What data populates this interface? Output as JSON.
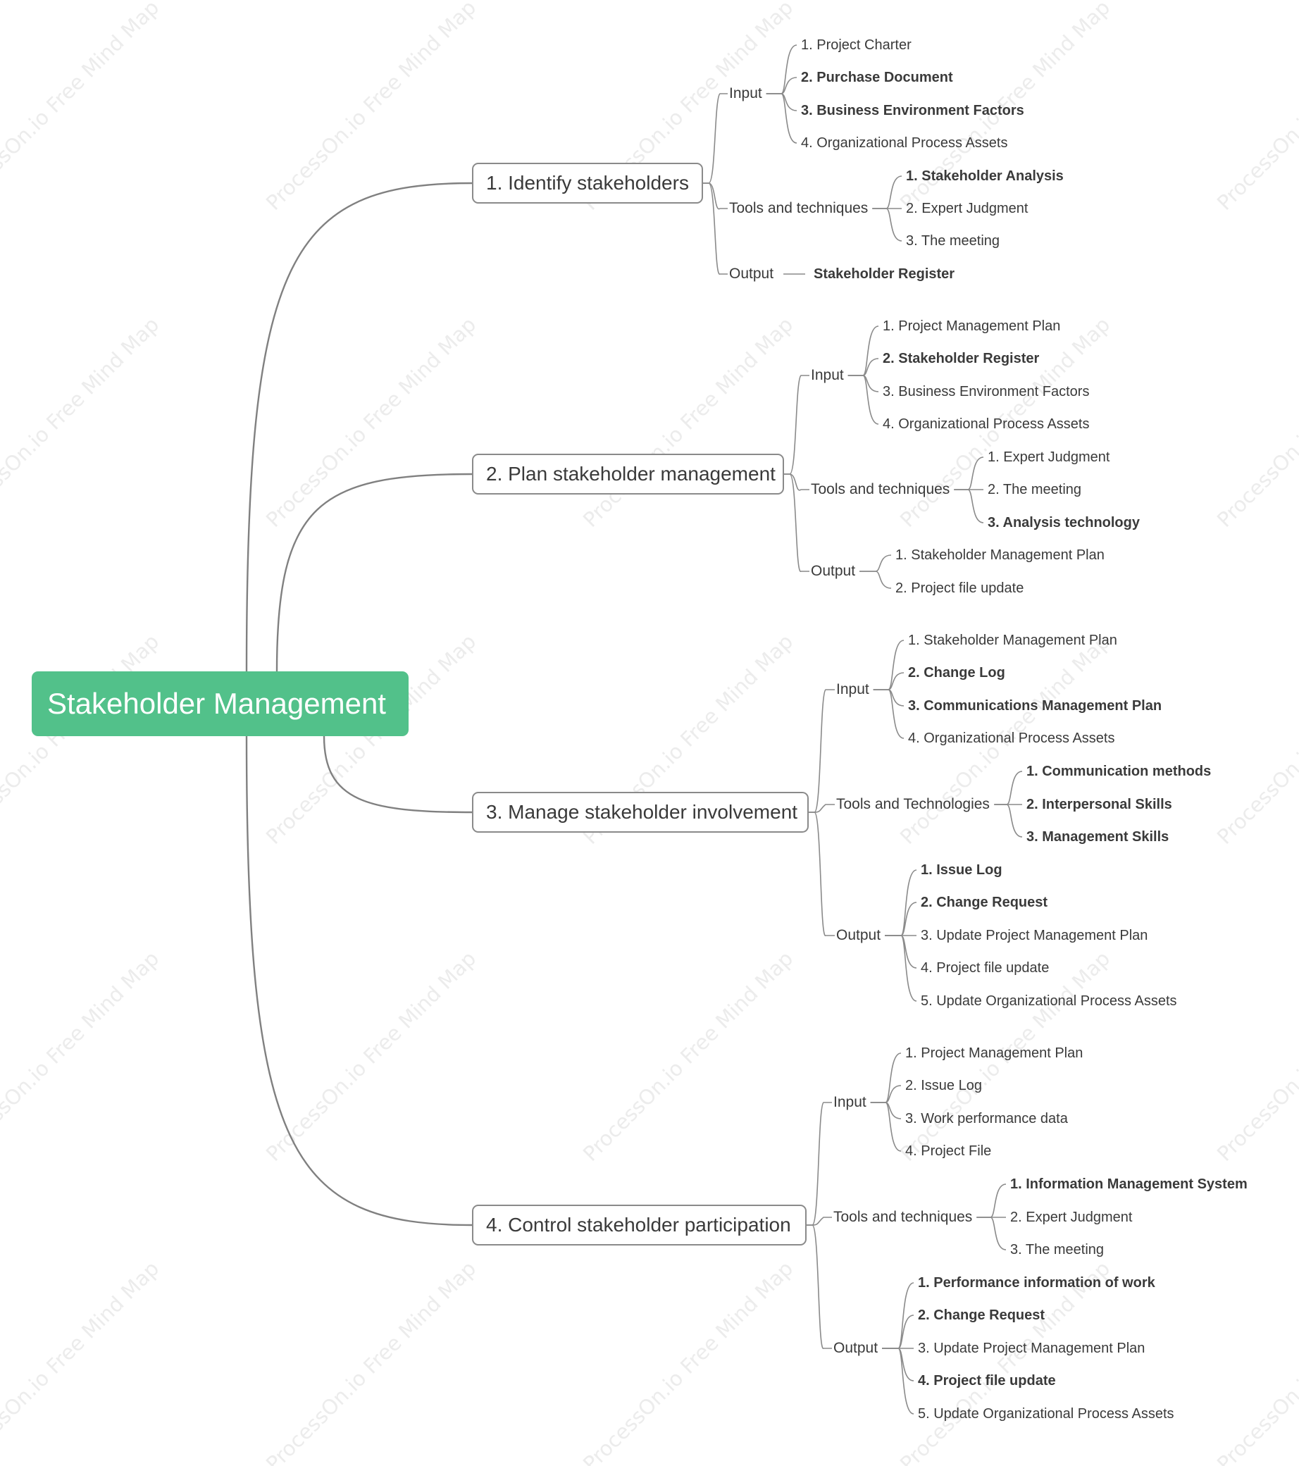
{
  "root": {
    "label": "Stakeholder Management"
  },
  "watermark": "ProcessOn.io Free Mind Map",
  "colors": {
    "root_fill": "#52c18a",
    "line": "#808080",
    "text": "#333333"
  },
  "branches": [
    {
      "label": "1. Identify stakeholders",
      "groups": [
        {
          "label": "Input",
          "items": [
            {
              "text": "1. Project Charter",
              "bold": false
            },
            {
              "text": "2. Purchase Document",
              "bold": true
            },
            {
              "text": "3. Business Environment Factors",
              "bold": true
            },
            {
              "text": "4. Organizational Process Assets",
              "bold": false
            }
          ]
        },
        {
          "label": "Tools and techniques",
          "items": [
            {
              "text": "1. Stakeholder Analysis",
              "bold": true
            },
            {
              "text": "2. Expert Judgment",
              "bold": false
            },
            {
              "text": "3. The meeting",
              "bold": false
            }
          ]
        },
        {
          "label": "Output",
          "items": [
            {
              "text": "Stakeholder Register",
              "bold": true
            }
          ]
        }
      ]
    },
    {
      "label": "2. Plan stakeholder management",
      "groups": [
        {
          "label": "Input",
          "items": [
            {
              "text": "1. Project Management Plan",
              "bold": false
            },
            {
              "text": "2. Stakeholder Register",
              "bold": true
            },
            {
              "text": "3. Business Environment Factors",
              "bold": false
            },
            {
              "text": "4. Organizational Process Assets",
              "bold": false
            }
          ]
        },
        {
          "label": "Tools and techniques",
          "items": [
            {
              "text": "1. Expert Judgment",
              "bold": false
            },
            {
              "text": "2. The meeting",
              "bold": false
            },
            {
              "text": "3. Analysis technology",
              "bold": true
            }
          ]
        },
        {
          "label": "Output",
          "items": [
            {
              "text": "1. Stakeholder Management Plan",
              "bold": false
            },
            {
              "text": "2. Project file update",
              "bold": false
            }
          ]
        }
      ]
    },
    {
      "label": "3. Manage stakeholder involvement",
      "groups": [
        {
          "label": "Input",
          "items": [
            {
              "text": "1. Stakeholder Management Plan",
              "bold": false
            },
            {
              "text": "2. Change Log",
              "bold": true
            },
            {
              "text": "3. Communications Management Plan",
              "bold": true
            },
            {
              "text": "4. Organizational Process Assets",
              "bold": false
            }
          ]
        },
        {
          "label": "Tools and Technologies",
          "items": [
            {
              "text": "1. Communication methods",
              "bold": true
            },
            {
              "text": "2. Interpersonal Skills",
              "bold": true
            },
            {
              "text": "3. Management Skills",
              "bold": true
            }
          ]
        },
        {
          "label": "Output",
          "items": [
            {
              "text": "1. Issue Log",
              "bold": true
            },
            {
              "text": "2. Change Request",
              "bold": true
            },
            {
              "text": "3. Update Project Management Plan",
              "bold": false
            },
            {
              "text": "4. Project file update",
              "bold": false
            },
            {
              "text": "5. Update Organizational Process Assets",
              "bold": false
            }
          ]
        }
      ]
    },
    {
      "label": "4. Control stakeholder participation",
      "groups": [
        {
          "label": "Input",
          "items": [
            {
              "text": "1. Project Management Plan",
              "bold": false
            },
            {
              "text": "2. Issue Log",
              "bold": false
            },
            {
              "text": "3. Work performance data",
              "bold": false
            },
            {
              "text": "4. Project File",
              "bold": false
            }
          ]
        },
        {
          "label": "Tools and techniques",
          "items": [
            {
              "text": "1. Information Management System",
              "bold": true
            },
            {
              "text": "2. Expert Judgment",
              "bold": false
            },
            {
              "text": "3. The meeting",
              "bold": false
            }
          ]
        },
        {
          "label": "Output",
          "items": [
            {
              "text": "1. Performance information of work",
              "bold": true
            },
            {
              "text": "2. Change Request",
              "bold": true
            },
            {
              "text": "3. Update Project Management Plan",
              "bold": false
            },
            {
              "text": "4. Project file update",
              "bold": true
            },
            {
              "text": "5. Update Organizational Process Assets",
              "bold": false
            }
          ]
        }
      ]
    }
  ]
}
